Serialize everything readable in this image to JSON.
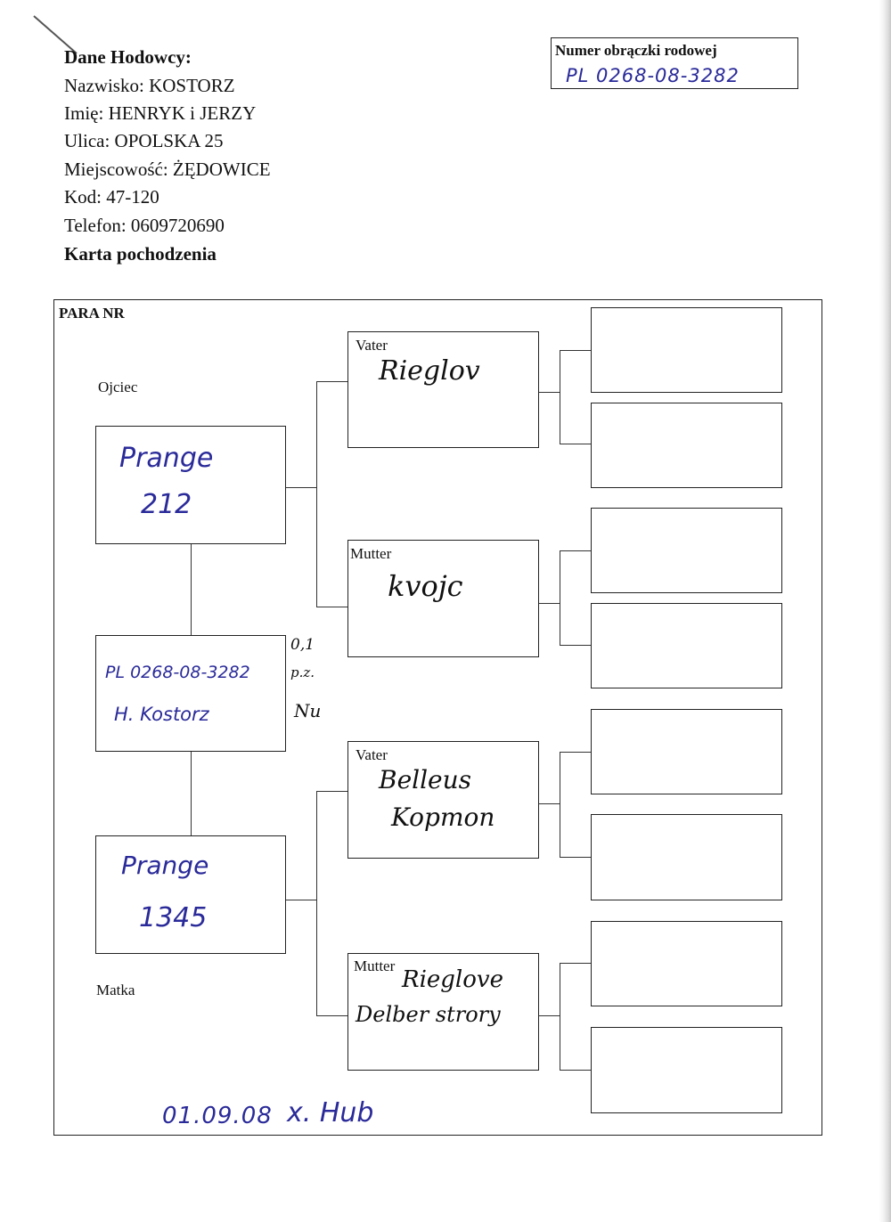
{
  "breeder": {
    "heading": "Dane Hodowcy:",
    "surname": "Nazwisko: KOSTORZ",
    "first_name": "Imię: HENRYK i JERZY",
    "street": "Ulica: OPOLSKA 25",
    "town": "Miejscowość: ŻĘDOWICE",
    "postal_code": "Kod: 47-120",
    "phone": "Telefon: 0609720690",
    "card_title": "Karta pochodzenia"
  },
  "ring_number": {
    "label": "Numer obrączki rodowej",
    "value": "PL 0268-08-3282"
  },
  "pedigree": {
    "pair_label": "PARA NR",
    "father_label": "Ojciec",
    "mother_label": "Matka",
    "father": {
      "line1": "Prange",
      "line2": "212"
    },
    "animal": {
      "ring": "PL 0268-08-3282",
      "owner": "H. Kostorz"
    },
    "animal_notes": {
      "sex": "0,1",
      "color": "p.z.",
      "initials": "Nu"
    },
    "mother": {
      "line1": "Prange",
      "line2": "1345"
    },
    "father_sire": {
      "label": "Vater",
      "line1": "Rieglov"
    },
    "father_dam": {
      "label": "Mutter",
      "line1": "kvojc"
    },
    "mother_sire": {
      "label": "Vater",
      "line1": "Belleus",
      "line2": "Kopmon"
    },
    "mother_dam": {
      "label": "Mutter",
      "line1": "Rieglove",
      "line2": "Delber strory"
    }
  },
  "footer": {
    "date": "01.09.08",
    "signature": "x. Hub"
  }
}
